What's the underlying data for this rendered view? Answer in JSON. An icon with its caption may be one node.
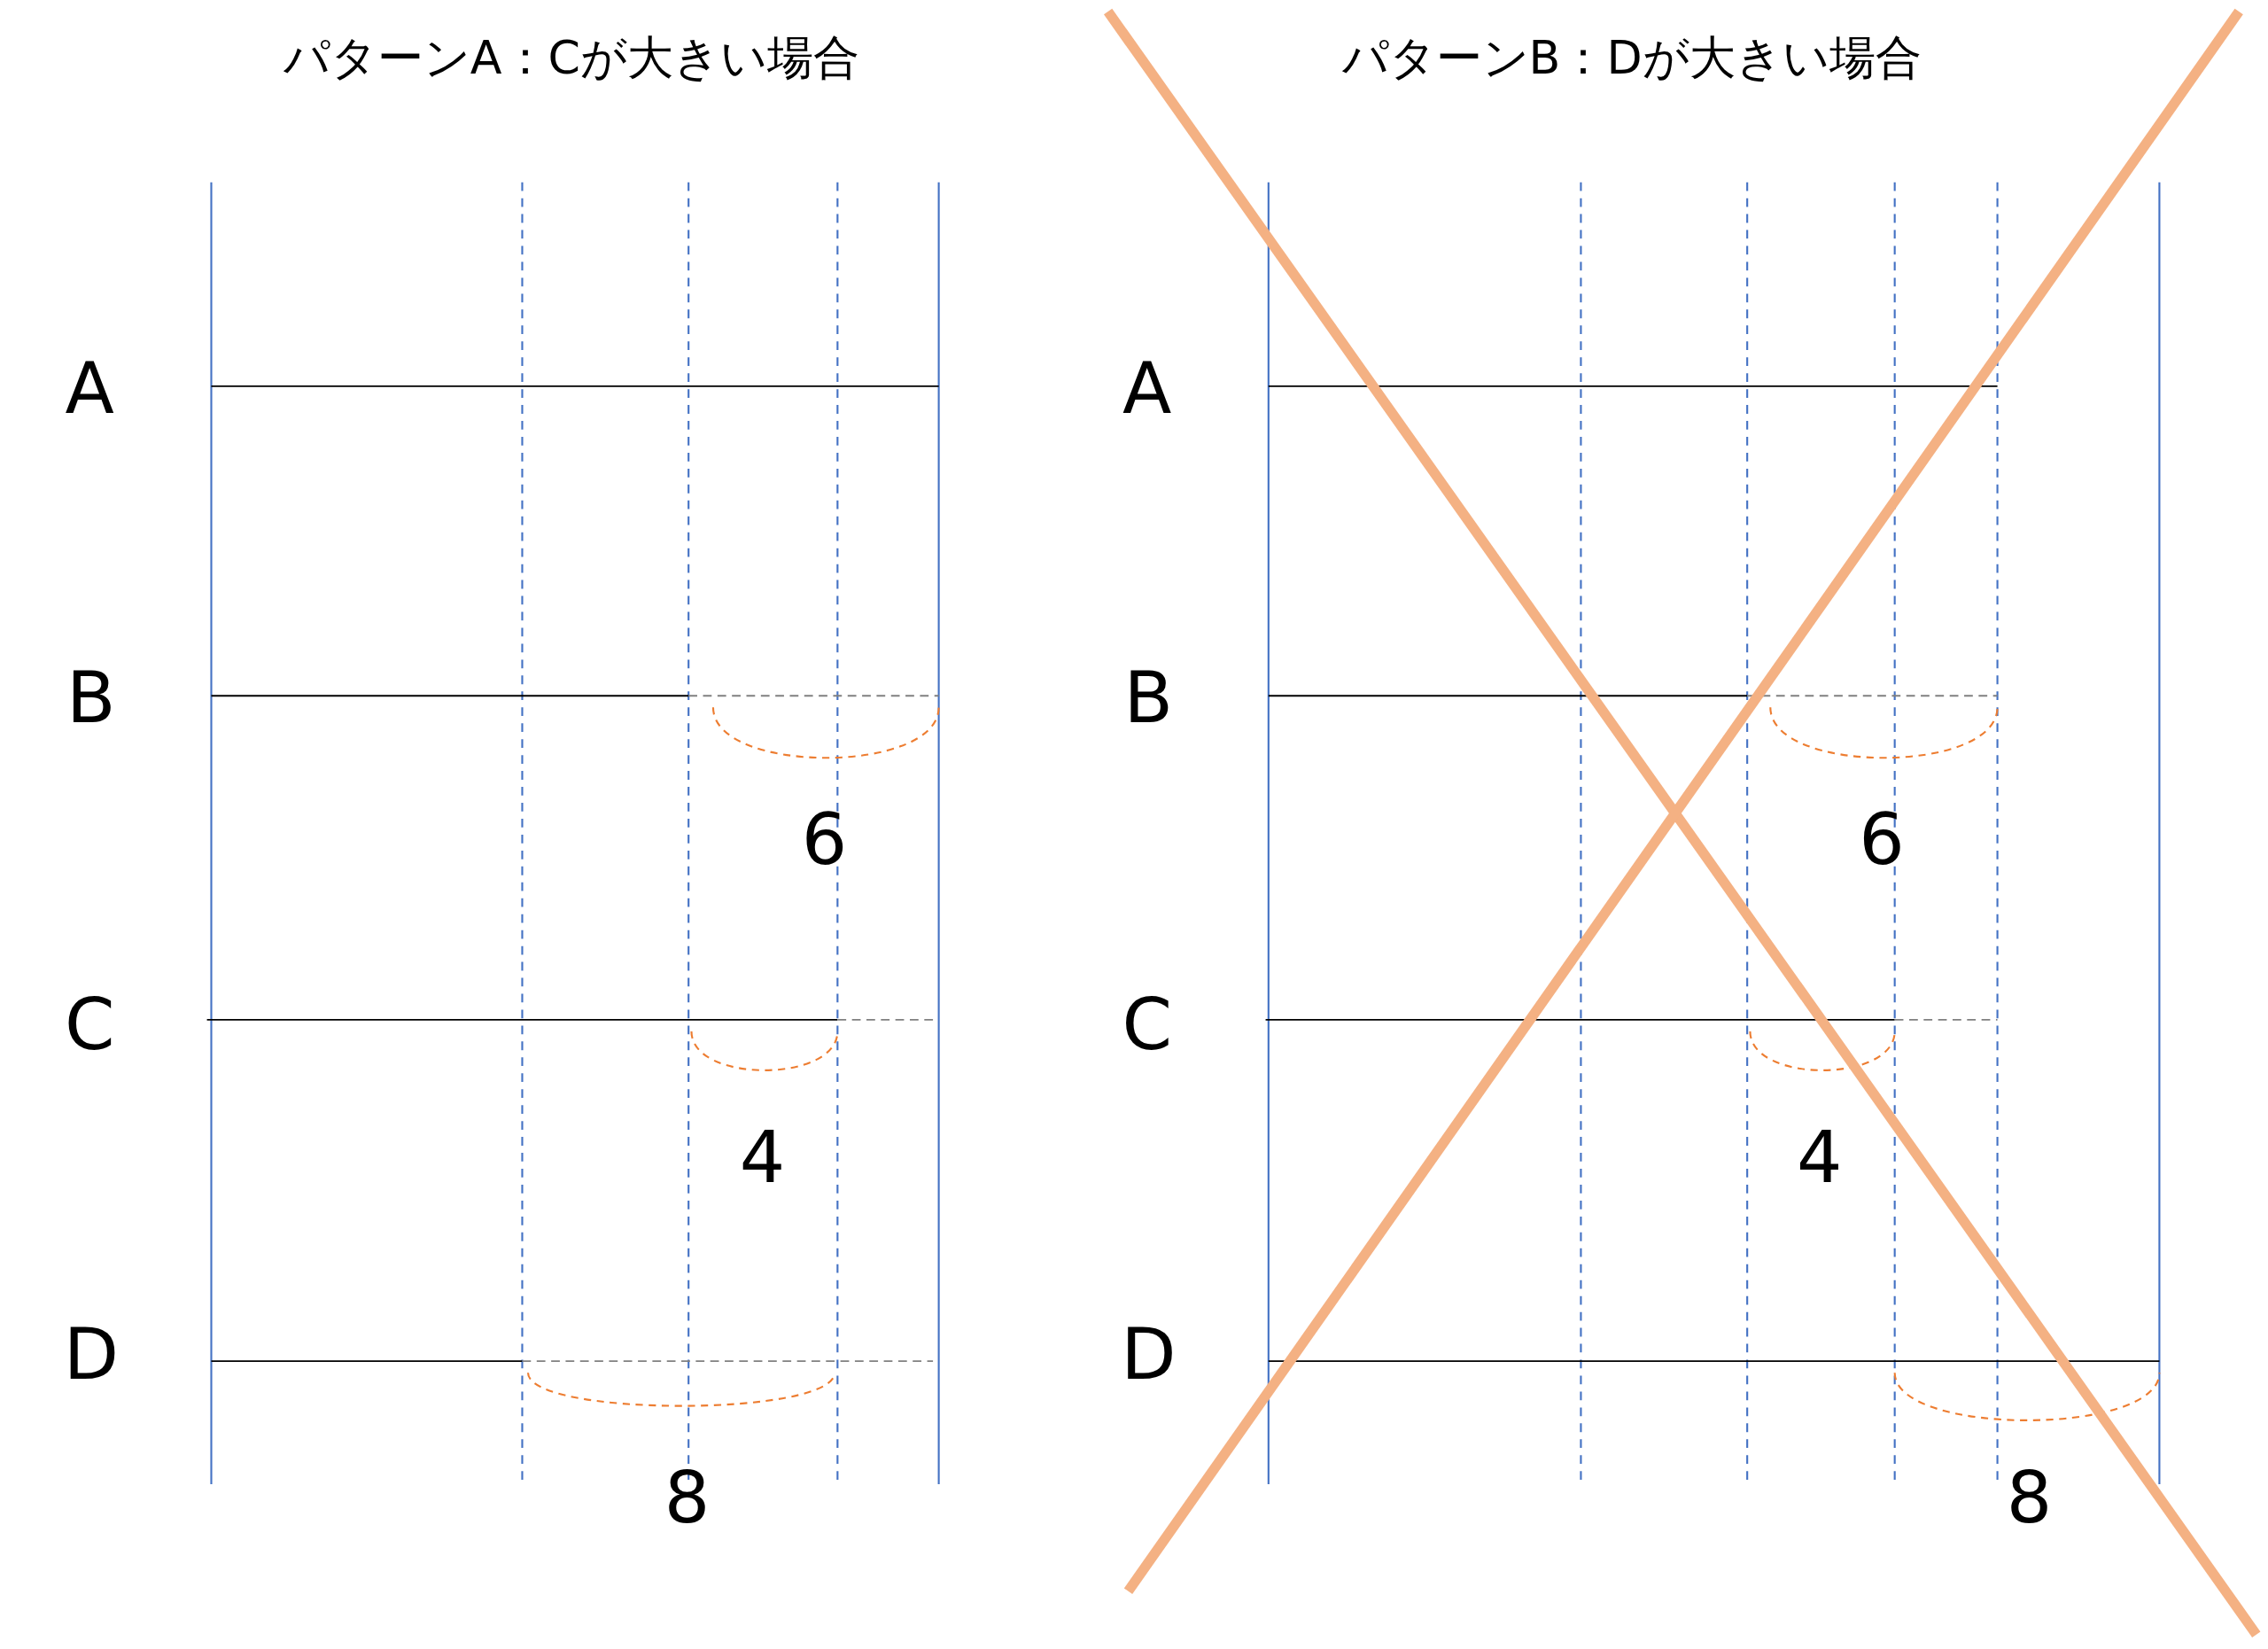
{
  "diagram": {
    "labels": [
      "パターンA：Cが大きい場合",
      "A",
      "B",
      "C",
      "D",
      "6",
      "4",
      "8",
      "パターンB：Dが大きい場合",
      "A",
      "B",
      "C",
      "D",
      "6",
      "4",
      "8"
    ]
  }
}
